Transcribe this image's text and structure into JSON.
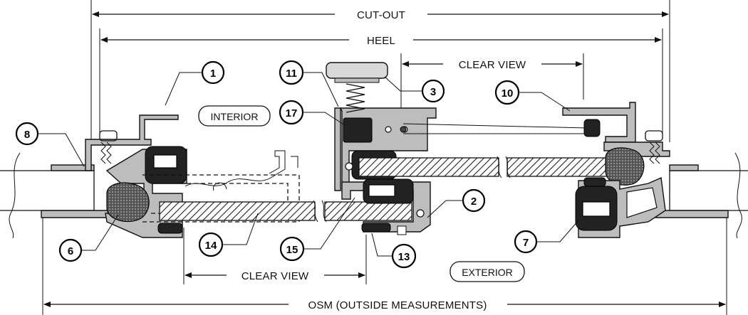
{
  "dimensions": {
    "cut_out": "CUT-OUT",
    "heel": "HEEL",
    "clear_view_top": "CLEAR VIEW",
    "clear_view_bottom": "CLEAR VIEW",
    "osm": "OSM (OUTSIDE MEASUREMENTS)"
  },
  "labels": {
    "interior": "INTERIOR",
    "exterior": "EXTERIOR"
  },
  "callouts": {
    "c1": "1",
    "c2": "2",
    "c3": "3",
    "c6": "6",
    "c7": "7",
    "c8": "8",
    "c10": "10",
    "c11": "11",
    "c13": "13",
    "c14": "14",
    "c15": "15",
    "c17": "17"
  }
}
